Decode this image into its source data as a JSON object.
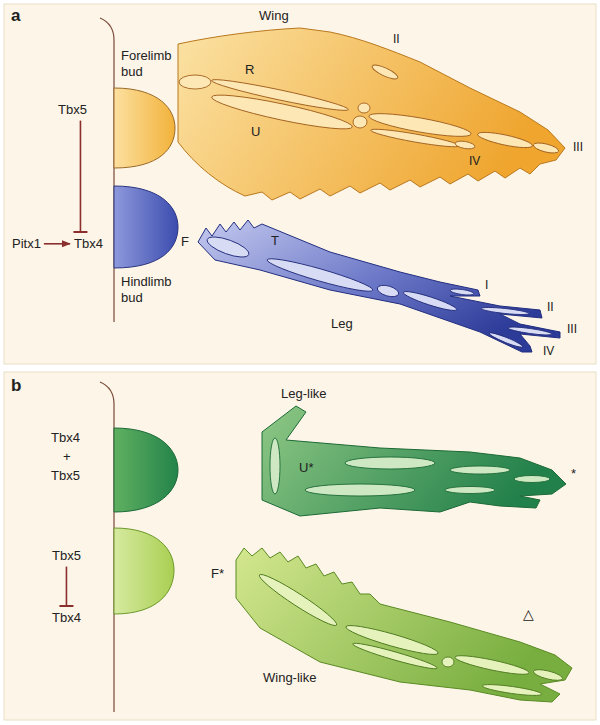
{
  "diagram": {
    "nodes": [
      {
        "text": [
          "Tbx5"
        ]
      },
      {
        "text": [
          "Pitx1"
        ]
      },
      {
        "text": [
          "Tbx4"
        ]
      },
      {
        "text": [
          "Tbx5"
        ]
      },
      {
        "text": [
          "Tbx4"
        ]
      }
    ],
    "edges": [
      {
        "from": 0,
        "to": 2,
        "arrow": "to"
      },
      {
        "from": 1,
        "to": 2,
        "arrow": "to"
      },
      {
        "from": 3,
        "to": 4,
        "arrow": "to"
      }
    ],
    "labels": [
      "a",
      "Forelimb bud",
      "Hindlimb bud",
      "Wing",
      "R",
      "U",
      "II",
      "III",
      "IV",
      "F",
      "T",
      "I",
      "II",
      "III",
      "IV",
      "Leg",
      "b",
      "Tbx4",
      "+",
      "Tbx5",
      "Leg-like",
      "U*",
      "*",
      "F*",
      "Wing-like",
      "△"
    ]
  }
}
